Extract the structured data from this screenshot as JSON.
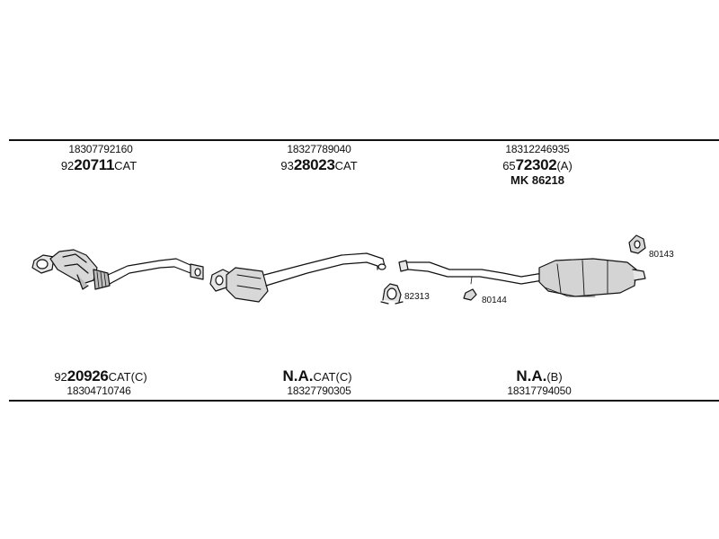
{
  "sections": [
    {
      "top_oem": "18307792160",
      "top_prefix": "92",
      "top_bold": "20711",
      "top_suffix": "CAT",
      "bottom_prefix": "92",
      "bottom_bold": "20926",
      "bottom_suffix": "CAT(C)",
      "bottom_oem": "18304710746"
    },
    {
      "top_oem": "18327789040",
      "top_prefix": "93",
      "top_bold": "28023",
      "top_suffix": "CAT",
      "bottom_prefix": "",
      "bottom_bold": "N.A.",
      "bottom_suffix": "CAT(C)",
      "bottom_oem": "18327790305"
    },
    {
      "top_oem": "18312246935",
      "top_prefix": "65",
      "top_bold": "72302",
      "top_suffix": "(A)",
      "mk": "MK  86218",
      "bottom_prefix": "",
      "bottom_bold": "N.A.",
      "bottom_suffix": "(B)",
      "bottom_oem": "18317794050"
    }
  ],
  "small_parts": {
    "clamp": "82313",
    "bracket": "80144",
    "hanger": "80143"
  }
}
